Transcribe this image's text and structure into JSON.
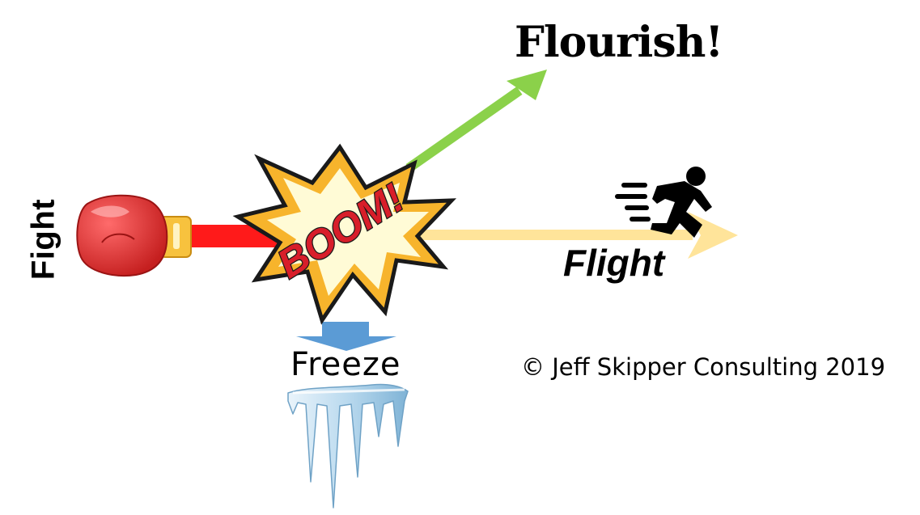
{
  "labels": {
    "fight": "Fight",
    "flourish": "Flourish!",
    "flight": "Flight",
    "freeze": "Freeze",
    "boom": "BOOM!",
    "copyright": "© Jeff Skipper Consulting 2019"
  },
  "icons": {
    "fight": "boxing-glove-icon",
    "flight": "running-person-icon",
    "freeze": "icicles-icon",
    "center": "explosion-burst"
  },
  "colors": {
    "fight_arrow": "#ff1a1a",
    "flourish_arrow": "#8bd14a",
    "flight_arrow": "#ffe49a",
    "freeze_arrow": "#5b9bd5",
    "burst_outer": "#f7b42c",
    "burst_inner": "#fffbd6",
    "boom_text": "#d81e2a",
    "glove": "#e23a3a",
    "glove_cuff": "#f7c23e"
  }
}
